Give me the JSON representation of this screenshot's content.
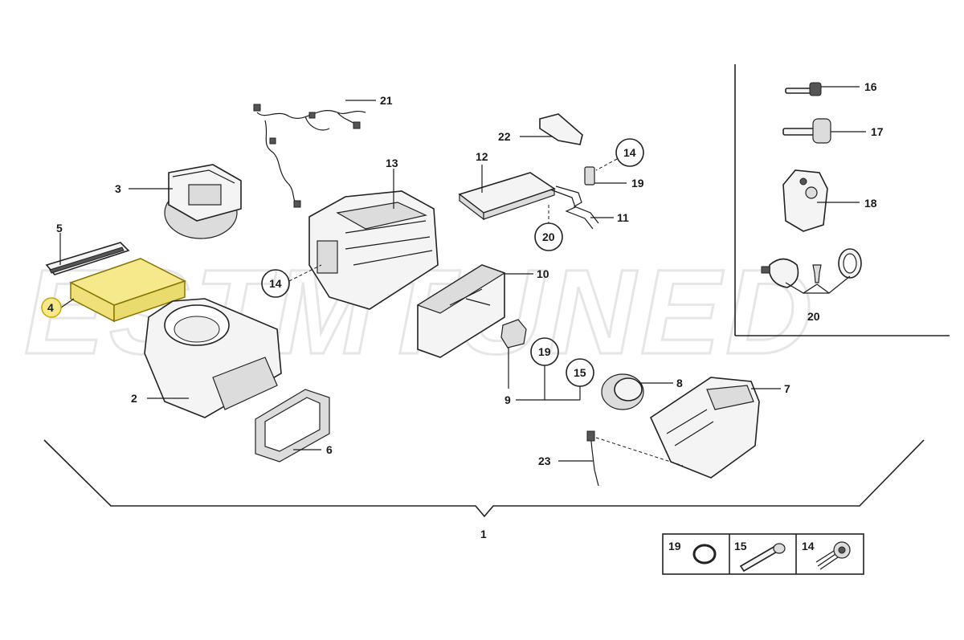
{
  "watermark": "ESTMTUNED",
  "colors": {
    "highlight_fill": "#f5e98c",
    "highlight_stroke": "#c9a800",
    "line": "#1a1a1a"
  },
  "labels": {
    "p1": "1",
    "p2": "2",
    "p3": "3",
    "p4": "4",
    "p5": "5",
    "p6": "6",
    "p7": "7",
    "p8": "8",
    "p9": "9",
    "p10": "10",
    "p11": "11",
    "p12": "12",
    "p13": "13",
    "p14a": "14",
    "p14b": "14",
    "p14c": "14",
    "p15a": "15",
    "p15b": "15",
    "p16": "16",
    "p17": "17",
    "p18": "18",
    "p19a": "19",
    "p19b": "19",
    "p19c": "19",
    "p20a": "20",
    "p20b": "20",
    "p21": "21",
    "p22": "22",
    "p23": "23"
  },
  "highlighted_part": "4",
  "legend": [
    "19",
    "15",
    "14"
  ]
}
